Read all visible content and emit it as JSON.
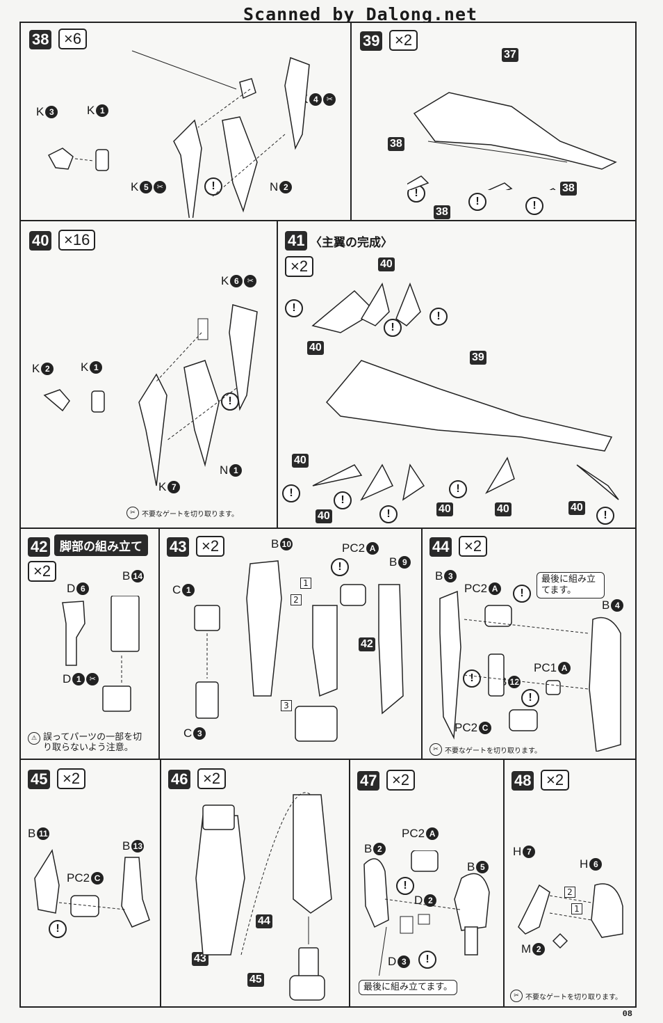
{
  "scan_title": "Scanned by Dalong.net",
  "page_number": "08",
  "steps": {
    "s38": {
      "num": "38",
      "mult": "×6",
      "tags": {
        "k3": "K",
        "k3n": "3",
        "k1": "K",
        "k1n": "1",
        "k4": "K",
        "k4n": "4",
        "k5": "K",
        "k5n": "5",
        "n2": "N",
        "n2n": "2"
      }
    },
    "s39": {
      "num": "39",
      "mult": "×2",
      "refs": [
        "37",
        "38",
        "38",
        "38"
      ]
    },
    "s40": {
      "num": "40",
      "mult": "×16",
      "tags": {
        "k6": "K",
        "k6n": "6",
        "k2": "K",
        "k2n": "2",
        "k1": "K",
        "k1n": "1",
        "n1": "N",
        "n1n": "1",
        "k7": "K",
        "k7n": "7"
      },
      "note": "不要なゲートを切り取ります。"
    },
    "s41": {
      "num": "41",
      "title": "〈主翼の完成〉",
      "mult": "×2",
      "refs": [
        "40",
        "40",
        "39",
        "40",
        "40",
        "40",
        "40",
        "40"
      ]
    },
    "s42": {
      "num": "42",
      "title": "脚部の組み立て",
      "mult": "×2",
      "tags": {
        "d6": "D",
        "d6n": "6",
        "b14": "B",
        "b14n": "14",
        "d1": "D",
        "d1n": "1"
      },
      "note": "誤ってパーツの一部を切り取らないよう注意。"
    },
    "s43": {
      "num": "43",
      "mult": "×2",
      "tags": {
        "c1": "C",
        "c1n": "1",
        "c3": "C",
        "c3n": "3"
      }
    },
    "s43b": {
      "tags": {
        "b10": "B",
        "b10n": "10",
        "pc2a": "PC2",
        "pc2an": "A",
        "b9": "B",
        "b9n": "9"
      },
      "ref": "42",
      "seq": [
        "1",
        "2",
        "3"
      ]
    },
    "s44": {
      "num": "44",
      "mult": "×2",
      "tags": {
        "b3": "B",
        "b3n": "3",
        "pc2a": "PC2",
        "pc2an": "A",
        "b4": "B",
        "b4n": "4",
        "pc1a": "PC1",
        "pc1an": "A",
        "b12": "B",
        "b12n": "12",
        "pc2c": "PC2",
        "pc2cn": "C"
      },
      "callout": "最後に組み立てます。",
      "note": "不要なゲートを切り取ります。"
    },
    "s45": {
      "num": "45",
      "mult": "×2",
      "tags": {
        "b11": "B",
        "b11n": "11",
        "b13": "B",
        "b13n": "13",
        "pc2c": "PC2",
        "pc2cn": "C"
      }
    },
    "s46": {
      "num": "46",
      "mult": "×2",
      "refs": [
        "44",
        "43",
        "45"
      ]
    },
    "s47": {
      "num": "47",
      "mult": "×2",
      "tags": {
        "pc2a": "PC2",
        "pc2an": "A",
        "b2": "B",
        "b2n": "2",
        "b5": "B",
        "b5n": "5",
        "d2": "D",
        "d2n": "2",
        "d3": "D",
        "d3n": "3"
      },
      "callout": "最後に組み立てます。"
    },
    "s48": {
      "num": "48",
      "mult": "×2",
      "tags": {
        "h7": "H",
        "h7n": "7",
        "h6": "H",
        "h6n": "6",
        "m2": "M",
        "m2n": "2"
      },
      "seq": [
        "2",
        "1"
      ],
      "note": "不要なゲートを切り取ります。"
    }
  },
  "warn_symbol": "!"
}
